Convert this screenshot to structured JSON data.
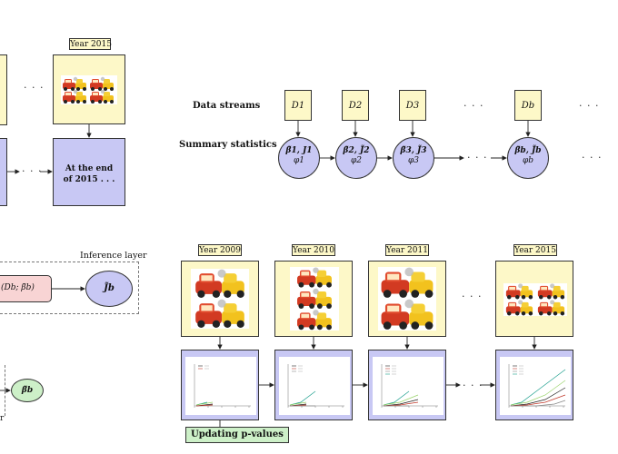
{
  "left_top": {
    "year_tag": "Year 2015",
    "ellipsis_top": "· · ·",
    "ellipsis_mid": "· · ·",
    "end_box_text": "At the end of 2015 . . ."
  },
  "streams": {
    "data_streams_label": "Data streams",
    "summary_stats_label": "Summary statistics",
    "d_labels": [
      "D1",
      "D2",
      "D3",
      "Db"
    ],
    "circle_top": [
      "β̃1, J1",
      "β̃2, J̃2",
      "β̃3, J̃3",
      "β̃b, J̃b"
    ],
    "circle_bottom": [
      "φ1",
      "φ2",
      "φ3",
      "φb"
    ],
    "ellipsis": "· · ·"
  },
  "inference": {
    "layer_label": "Inference layer",
    "pink_box_text": "(Db; β̃b)",
    "ellipse_text": "J̃b",
    "green_text": "β̃b",
    "cut_text": "r"
  },
  "bottom": {
    "year_tags": [
      "Year 2009",
      "Year 2010",
      "Year 2011",
      "Year 2015"
    ],
    "ellipsis": "· · ·",
    "update_label": "Updating p-values"
  },
  "colors": {
    "yellow": "#fdf8c8",
    "blue": "#c8c8f4",
    "pink": "#f8d4d4",
    "green": "#cdf0c8"
  }
}
